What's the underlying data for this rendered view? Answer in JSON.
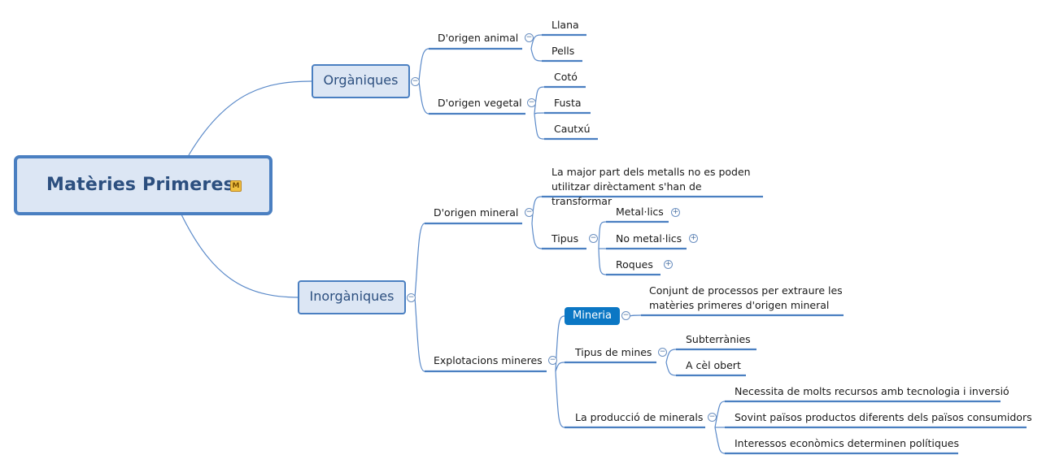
{
  "root": {
    "title": "Matèries Primeres",
    "marker": "M"
  },
  "organiques": {
    "label": "Orgàniques",
    "animal": {
      "label": "D'origen animal",
      "items": [
        "Llana",
        "Pells"
      ]
    },
    "vegetal": {
      "label": "D'origen vegetal",
      "items": [
        "Cotó",
        "Fusta",
        "Cautxú"
      ]
    }
  },
  "inorganiques": {
    "label": "Inorgàniques",
    "mineral": {
      "label": "D'origen mineral",
      "note": "La major part dels metalls no es poden utilitzar dirèctament s'han de transformar",
      "tipus": {
        "label": "Tipus",
        "items": [
          "Metal·lics",
          "No metal·lics",
          "Roques"
        ]
      }
    },
    "explotacions": {
      "label": "Explotacions mineres",
      "mineria": {
        "label": "Mineria",
        "note": "Conjunt de processos per extraure les matèries primeres d'origen mineral"
      },
      "tipus_mines": {
        "label": "Tipus de mines",
        "items": [
          "Subterrànies",
          "A cèl obert"
        ]
      },
      "produccio": {
        "label": "La producció de minerals",
        "items": [
          "Necessita de molts recursos amb tecnologia i inversió",
          "Sovint països productos diferents dels països consumidors",
          "Interessos econòmics determinen polítiques"
        ]
      }
    }
  },
  "icons": {
    "collapse": "minus-circle-icon",
    "expand": "plus-circle-icon",
    "marker": "map-marker-icon"
  },
  "colors": {
    "line": "#5b8ac9",
    "node_fill": "#dce6f4",
    "node_border": "#4a7fc1",
    "highlight": "#0b77c4"
  }
}
